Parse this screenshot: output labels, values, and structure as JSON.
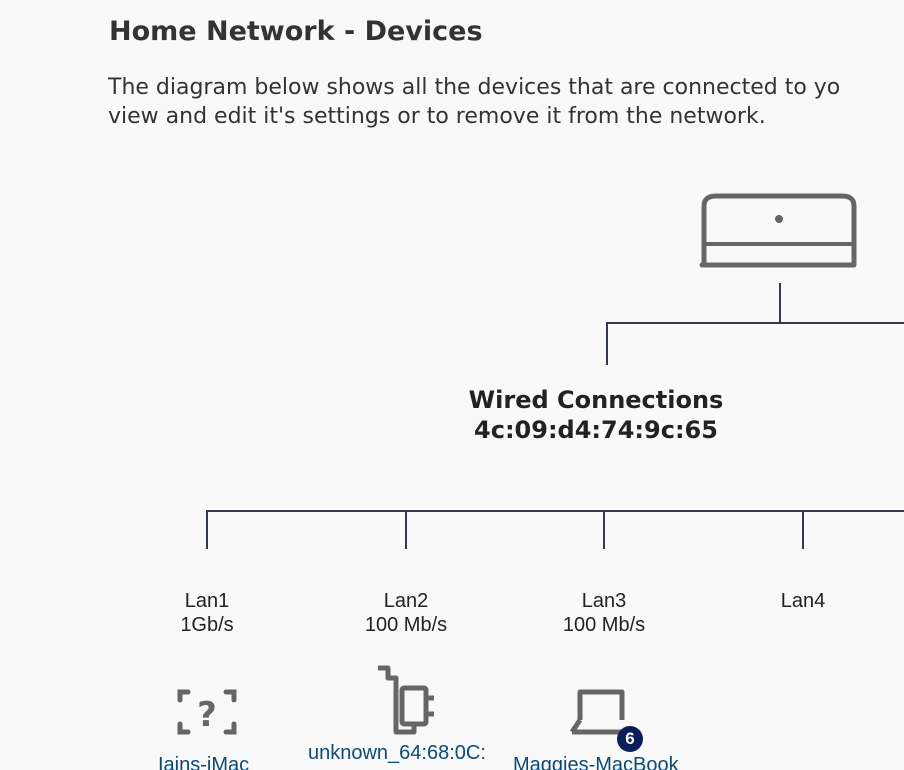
{
  "header": {
    "title": "Home Network - Devices",
    "intro_line1": "The diagram below shows all the devices that are connected to yo",
    "intro_line2": "view and edit it's settings or to remove it from the network."
  },
  "hub": {
    "icon": "router-icon",
    "name": "Wired Connections",
    "mac": "4c:09:d4:74:9c:65"
  },
  "ports": [
    {
      "name": "Lan1",
      "speed": "1Gb/s"
    },
    {
      "name": "Lan2",
      "speed": "100 Mb/s"
    },
    {
      "name": "Lan3",
      "speed": "100 Mb/s"
    },
    {
      "name": "Lan4",
      "speed": ""
    }
  ],
  "devices": [
    {
      "icon": "unknown-device-icon",
      "label": "Iains-iMac"
    },
    {
      "icon": "plug-icon",
      "label": "unknown_64:68:0C:"
    },
    {
      "icon": "laptop-icon",
      "label": "Maggies-MacBook",
      "badge": "6"
    }
  ],
  "colors": {
    "text": "#222222",
    "link": "#0b4a78",
    "badge": "#0a1f57",
    "lines": "#333b4a",
    "icon": "#666666"
  }
}
